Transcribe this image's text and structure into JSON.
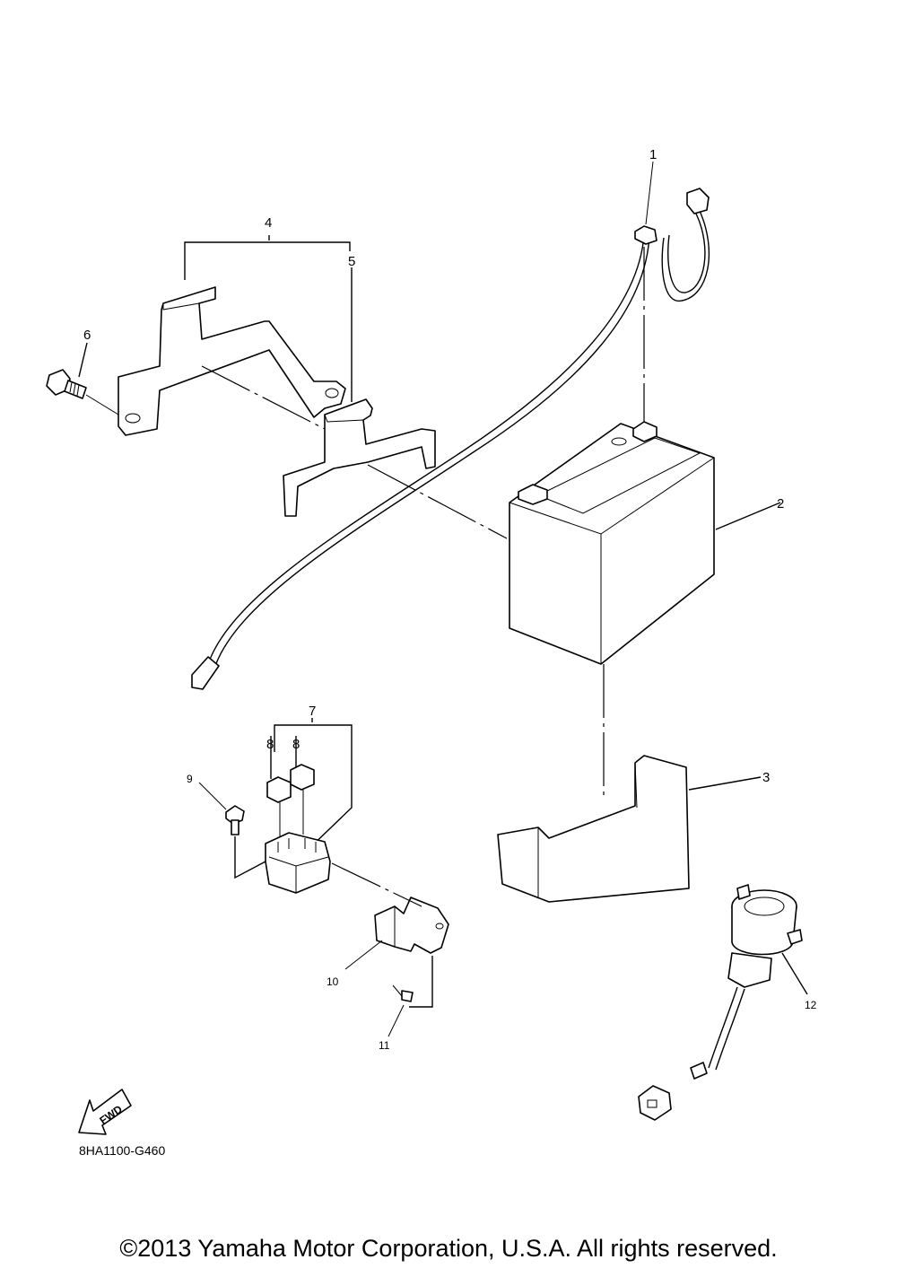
{
  "diagram": {
    "callouts": {
      "c1": "1",
      "c2": "2",
      "c3": "3",
      "c4": "4",
      "c5": "5",
      "c6": "6",
      "c7": "7",
      "c8a": "8",
      "c8b": "8",
      "c9": "9",
      "c10": "10",
      "c11": "11",
      "c12": "12"
    },
    "fwd_label": "FWD",
    "drawing_code": "8HA1100-G460"
  },
  "footer": {
    "copyright": "©2013 Yamaha Motor Corporation, U.S.A. All rights reserved."
  }
}
